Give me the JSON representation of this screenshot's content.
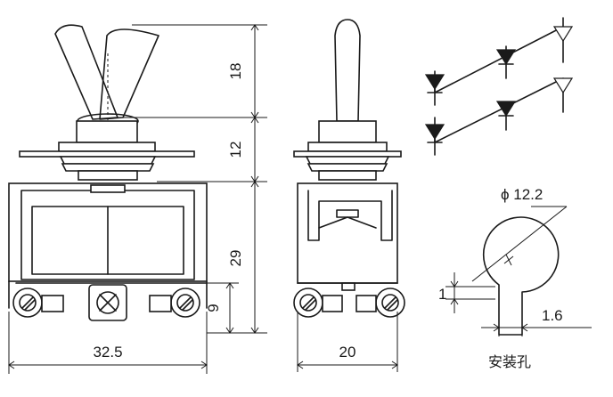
{
  "dimensions": {
    "lever_height": "18",
    "bushing_height": "12",
    "body_height": "29",
    "terminal_height": "9",
    "width_front": "32.5",
    "width_side": "20",
    "hole_diameter": "ϕ 12.2",
    "key_width": "1",
    "key_offset": "1.6"
  },
  "caption": "安装孔"
}
